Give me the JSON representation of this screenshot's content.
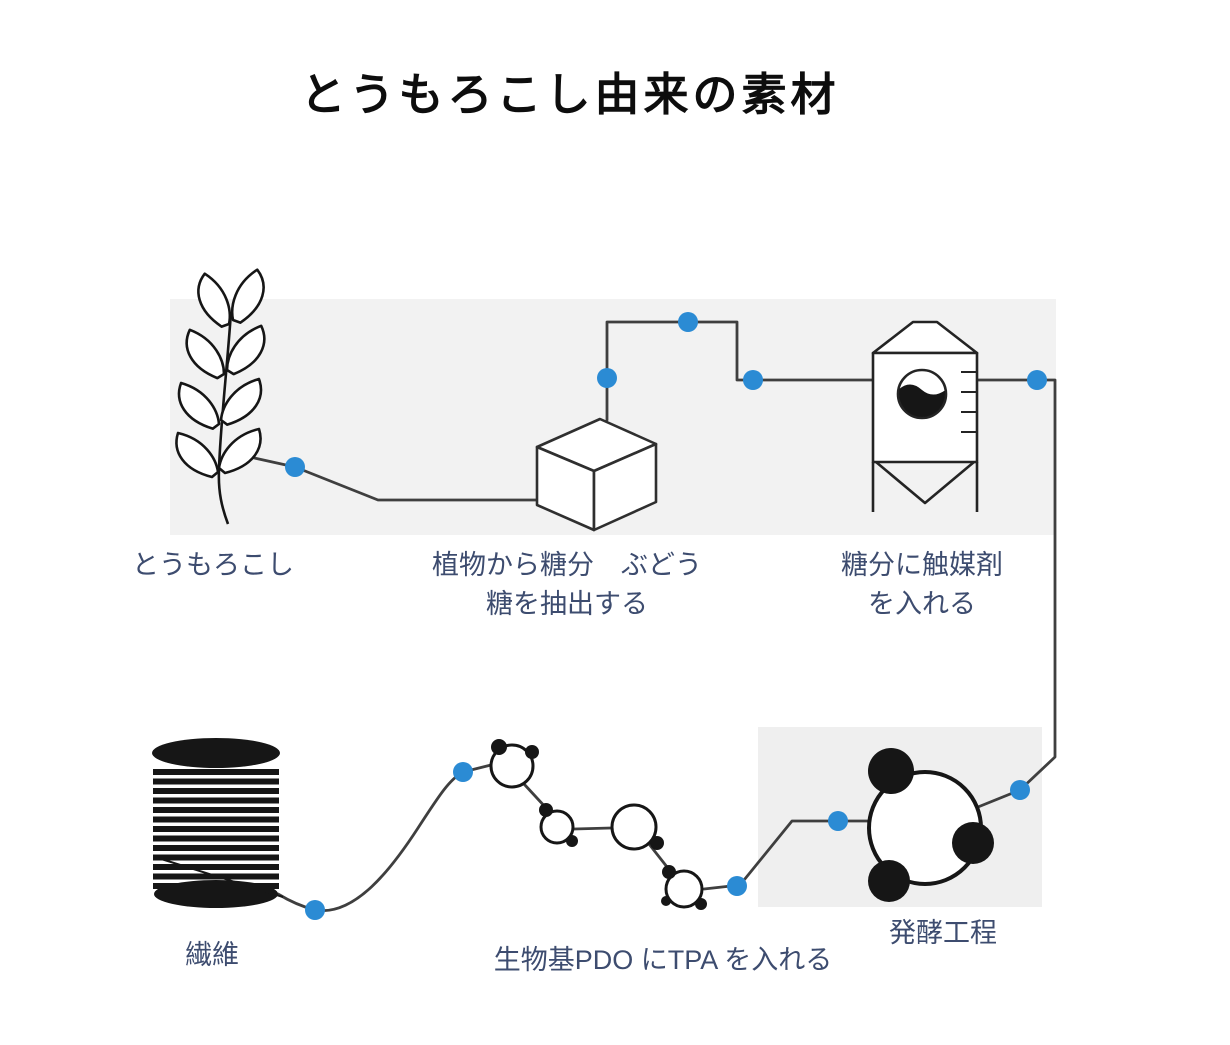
{
  "title": "とうもろこし由来の素材",
  "colors": {
    "accent_dot": "#2b8bd4",
    "label_text": "#3d4c6f",
    "line": "#3f3f3f",
    "band_background": "#f2f2f2",
    "panel_background": "#efefef",
    "icon_black": "#161616"
  },
  "labels": {
    "corn": "とうもろこし",
    "extract_line1": "植物から糖分　ぶどう",
    "extract_line2": "糖を抽出する",
    "catalyst_line1": "糖分に触媒剤",
    "catalyst_line2": "を入れる",
    "fiber": "繊維",
    "pdo": "生物基PDO にTPA を入れる",
    "fermentation": "発酵工程"
  },
  "icons": {
    "corn-plant-icon": "stylized wheat/corn stalk outline",
    "sugar-cube-icon": "3d cube outline",
    "silo-icon": "fermentation silo tank with level gauge and liquid window",
    "thread-spool-icon": "black spool of wound thread",
    "polymer-chain-icon": "chain of molecule rings with black atoms",
    "fermentation-molecule-icon": "large ring with three black atoms"
  }
}
